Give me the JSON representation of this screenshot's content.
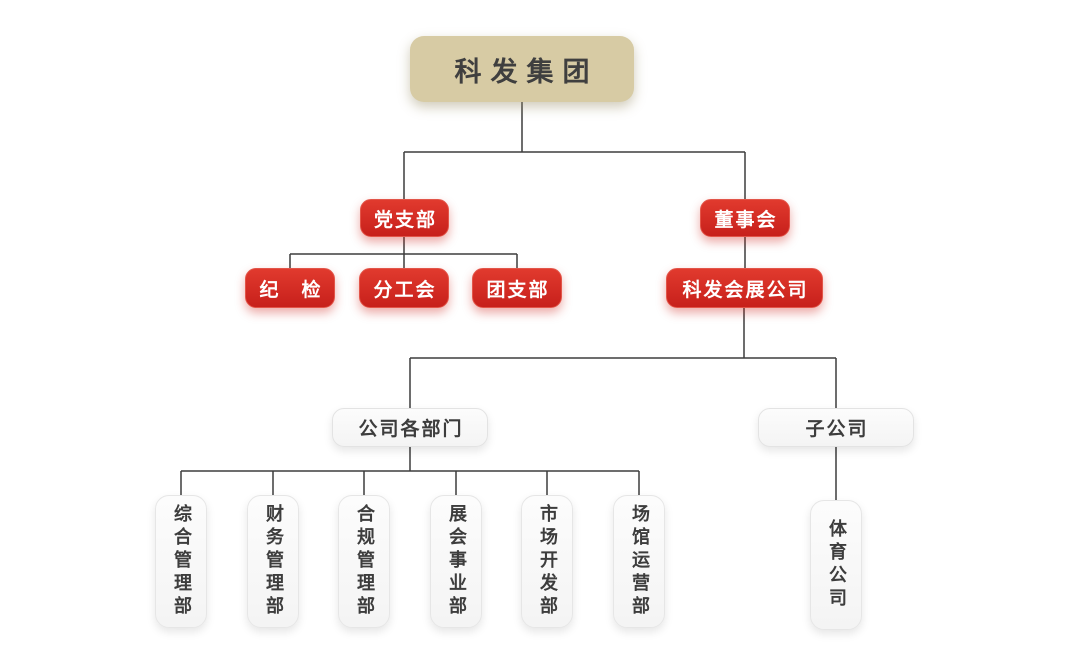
{
  "org": {
    "root": {
      "label": "科发集团"
    },
    "level2": {
      "party_branch": {
        "label": "党支部"
      },
      "board": {
        "label": "董事会"
      }
    },
    "level3": {
      "discipline_inspection": {
        "label": "纪　检"
      },
      "sub_union": {
        "label": "分工会"
      },
      "youth_league": {
        "label": "团支部"
      },
      "exhibition_company": {
        "label": "科发会展公司"
      }
    },
    "level4": {
      "departments_group": {
        "label": "公司各部门"
      },
      "subsidiaries_group": {
        "label": "子公司"
      }
    },
    "level5": {
      "dept_general_management": {
        "label": "综合管理部"
      },
      "dept_finance_management": {
        "label": "财务管理部"
      },
      "dept_compliance_management": {
        "label": "合规管理部"
      },
      "dept_exhibition_business": {
        "label": "展会事业部"
      },
      "dept_market_development": {
        "label": "市场开发部"
      },
      "dept_venue_operations": {
        "label": "场馆运营部"
      },
      "sports_company": {
        "label": "体育公司"
      }
    },
    "edges": [
      [
        "科发集团",
        "党支部"
      ],
      [
        "科发集团",
        "董事会"
      ],
      [
        "党支部",
        "纪　检"
      ],
      [
        "党支部",
        "分工会"
      ],
      [
        "党支部",
        "团支部"
      ],
      [
        "董事会",
        "科发会展公司"
      ],
      [
        "科发会展公司",
        "公司各部门"
      ],
      [
        "科发会展公司",
        "子公司"
      ],
      [
        "公司各部门",
        "综合管理部"
      ],
      [
        "公司各部门",
        "财务管理部"
      ],
      [
        "公司各部门",
        "合规管理部"
      ],
      [
        "公司各部门",
        "展会事业部"
      ],
      [
        "公司各部门",
        "市场开发部"
      ],
      [
        "公司各部门",
        "场馆运营部"
      ],
      [
        "子公司",
        "体育公司"
      ]
    ]
  },
  "colors": {
    "background": "#ffffff",
    "root_fill": "#d7cba4",
    "root_text": "#3f3f3f",
    "red_fill_top": "#e13a2e",
    "red_fill_bottom": "#c7201b",
    "red_text": "#ffffff",
    "white_fill": "#f7f7f7",
    "white_border": "#e3e3e3",
    "dark_text": "#3d3d3d",
    "line": "#3d3d3d"
  }
}
